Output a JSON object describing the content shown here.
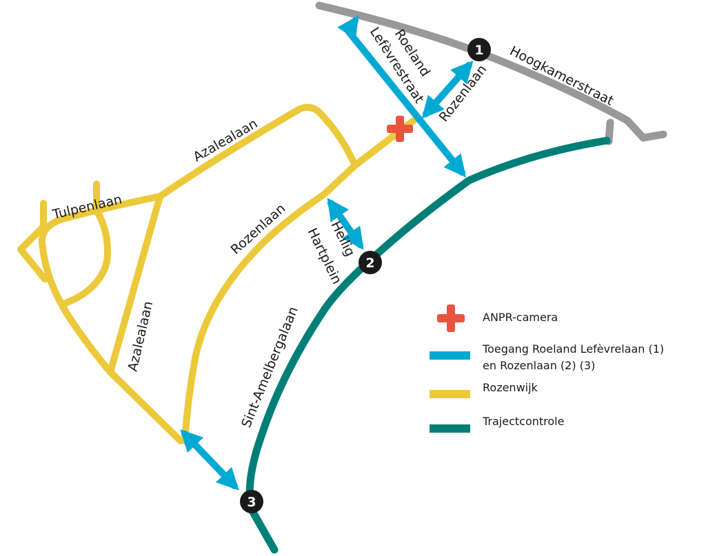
{
  "colors": {
    "road_gray": "#999999",
    "access_blue": "#00a9d4",
    "rozenwijk_yellow": "#ecc93a",
    "traject_teal": "#007f78",
    "camera_red": "#e8553f",
    "marker_black": "#1a1a1a"
  },
  "streets": {
    "hoogkamerstraat": "Hoogkamerstraat",
    "roeland": "Roeland",
    "lefevrestraat": "Lefèvrestraat",
    "rozenlaan_top": "Rozenlaan",
    "azalealaan_top": "Azalealaan",
    "tulpenlaan": "Tulpenlaan",
    "rozenlaan_mid": "Rozenlaan",
    "heilig": "Heilig",
    "hartplein": "Hartplein",
    "azalealaan_left": "Azalealaan",
    "sint_amelbergalaan": "Sint-Amelbergalaan"
  },
  "markers": [
    "1",
    "2",
    "3"
  ],
  "legend": [
    {
      "icon": "cross-icon",
      "label": "ANPR-camera"
    },
    {
      "icon": "blue-line",
      "label": "Toegang Roeland Lefèvrelaan (1)",
      "label2": "en Rozenlaan (2) (3)"
    },
    {
      "icon": "yellow-line",
      "label": "Rozenwijk"
    },
    {
      "icon": "teal-line",
      "label": "Trajectcontrole"
    }
  ]
}
